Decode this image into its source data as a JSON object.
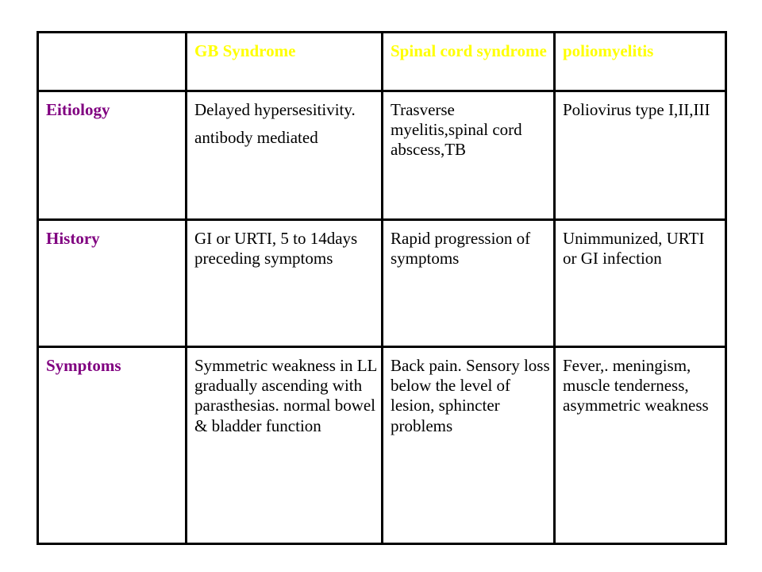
{
  "colors": {
    "header_text": "#FFFF00",
    "row_label_text": "#800080",
    "border": "#000000",
    "body_text": "#000000"
  },
  "table": {
    "corner": "",
    "columns": [
      "GB Syndrome",
      "Spinal cord syndrome",
      "poliomyelitis"
    ],
    "rows": [
      {
        "label": "Eitiology",
        "cells": [
          {
            "line1": "Delayed hypersesitivity.",
            "line2": "antibody mediated"
          },
          {
            "text": "Trasverse myelitis,spinal cord abscess,TB"
          },
          {
            "text": "Poliovirus type I,II,III"
          }
        ]
      },
      {
        "label": "History",
        "cells": [
          {
            "text": "GI or URTI, 5 to 14days preceding symptoms"
          },
          {
            "text": "Rapid progression of symptoms"
          },
          {
            "text": "Unimmunized, URTI or GI infection"
          }
        ]
      },
      {
        "label": "Symptoms",
        "cells": [
          {
            "text": "Symmetric weakness in LL gradually ascending with parasthesias. normal bowel & bladder function"
          },
          {
            "text": "Back pain. Sensory loss below the level of lesion, sphincter problems"
          },
          {
            "text": "Fever,. meningism, muscle tenderness, asymmetric weakness"
          }
        ]
      }
    ]
  }
}
